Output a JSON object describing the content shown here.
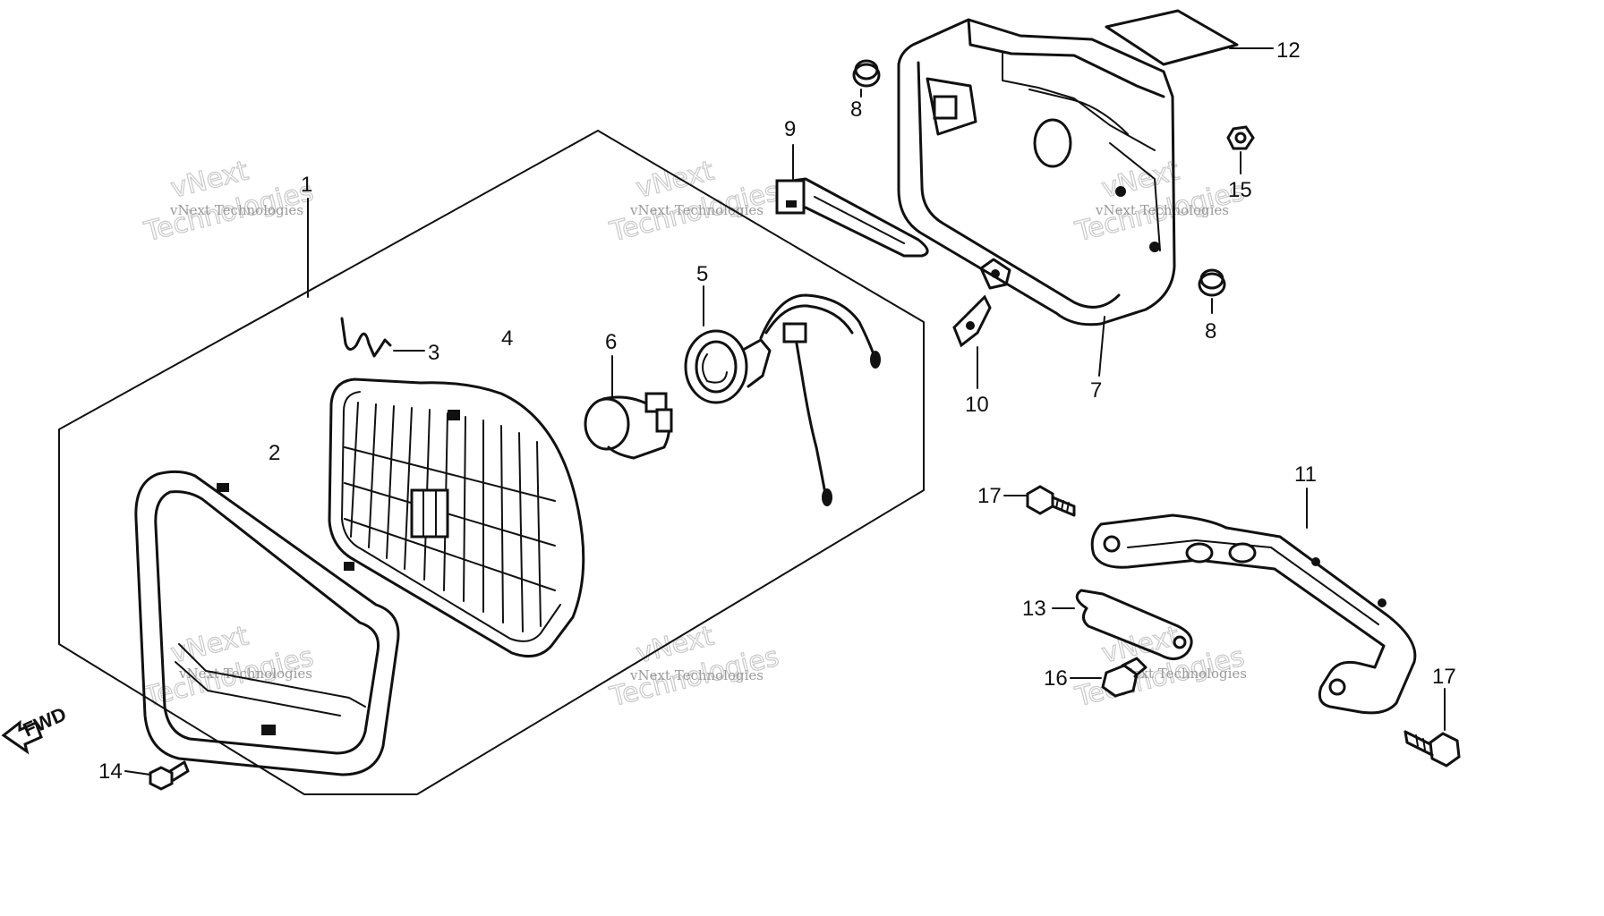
{
  "diagram": {
    "fwd_label": "FWD",
    "watermark": {
      "line1": "vNext Technologies",
      "line2a": "vNext",
      "line2b": "Technologies"
    },
    "callouts": {
      "c1": "1",
      "c2": "2",
      "c3": "3",
      "c4": "4",
      "c5": "5",
      "c6": "6",
      "c7": "7",
      "c8a": "8",
      "c8b": "8",
      "c9": "9",
      "c10": "10",
      "c11": "11",
      "c12": "12",
      "c13": "13",
      "c14": "14",
      "c15": "15",
      "c16": "16",
      "c17a": "17",
      "c17b": "17"
    }
  }
}
